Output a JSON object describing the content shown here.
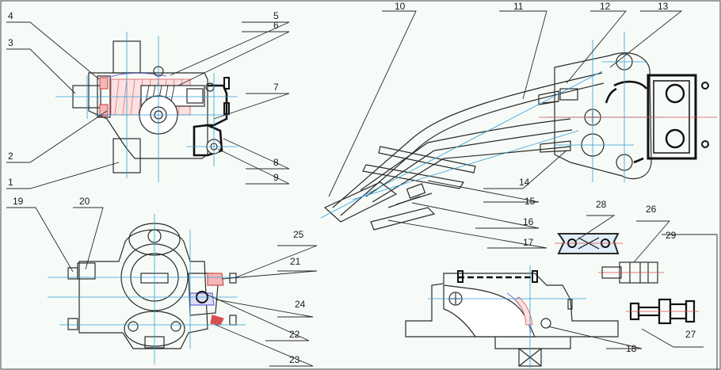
{
  "diagram": {
    "callouts": [
      {
        "id": "c1",
        "text": "1"
      },
      {
        "id": "c2",
        "text": "2"
      },
      {
        "id": "c3",
        "text": "3"
      },
      {
        "id": "c4",
        "text": "4"
      },
      {
        "id": "c5",
        "text": "5"
      },
      {
        "id": "c6",
        "text": "6"
      },
      {
        "id": "c7",
        "text": "7"
      },
      {
        "id": "c8",
        "text": "8"
      },
      {
        "id": "c9",
        "text": "9"
      },
      {
        "id": "c10",
        "text": "10"
      },
      {
        "id": "c11",
        "text": "11"
      },
      {
        "id": "c12",
        "text": "12"
      },
      {
        "id": "c13",
        "text": "13"
      },
      {
        "id": "c14",
        "text": "14"
      },
      {
        "id": "c15",
        "text": "15"
      },
      {
        "id": "c16",
        "text": "16"
      },
      {
        "id": "c17",
        "text": "17"
      },
      {
        "id": "c18",
        "text": "18"
      },
      {
        "id": "c19",
        "text": "19"
      },
      {
        "id": "c20",
        "text": "20"
      },
      {
        "id": "c21",
        "text": "21"
      },
      {
        "id": "c22",
        "text": "22"
      },
      {
        "id": "c23",
        "text": "23"
      },
      {
        "id": "c24",
        "text": "24"
      },
      {
        "id": "c25",
        "text": "25"
      },
      {
        "id": "c26",
        "text": "26"
      },
      {
        "id": "c27",
        "text": "27"
      },
      {
        "id": "c28",
        "text": "28"
      },
      {
        "id": "c29",
        "text": "29"
      }
    ],
    "colors": {
      "outline": "#2a2a2a",
      "centerline": "#2f9fd8",
      "hatch": "#d95050",
      "section": "#6a6ad8",
      "background": "#f7fbf7"
    }
  }
}
